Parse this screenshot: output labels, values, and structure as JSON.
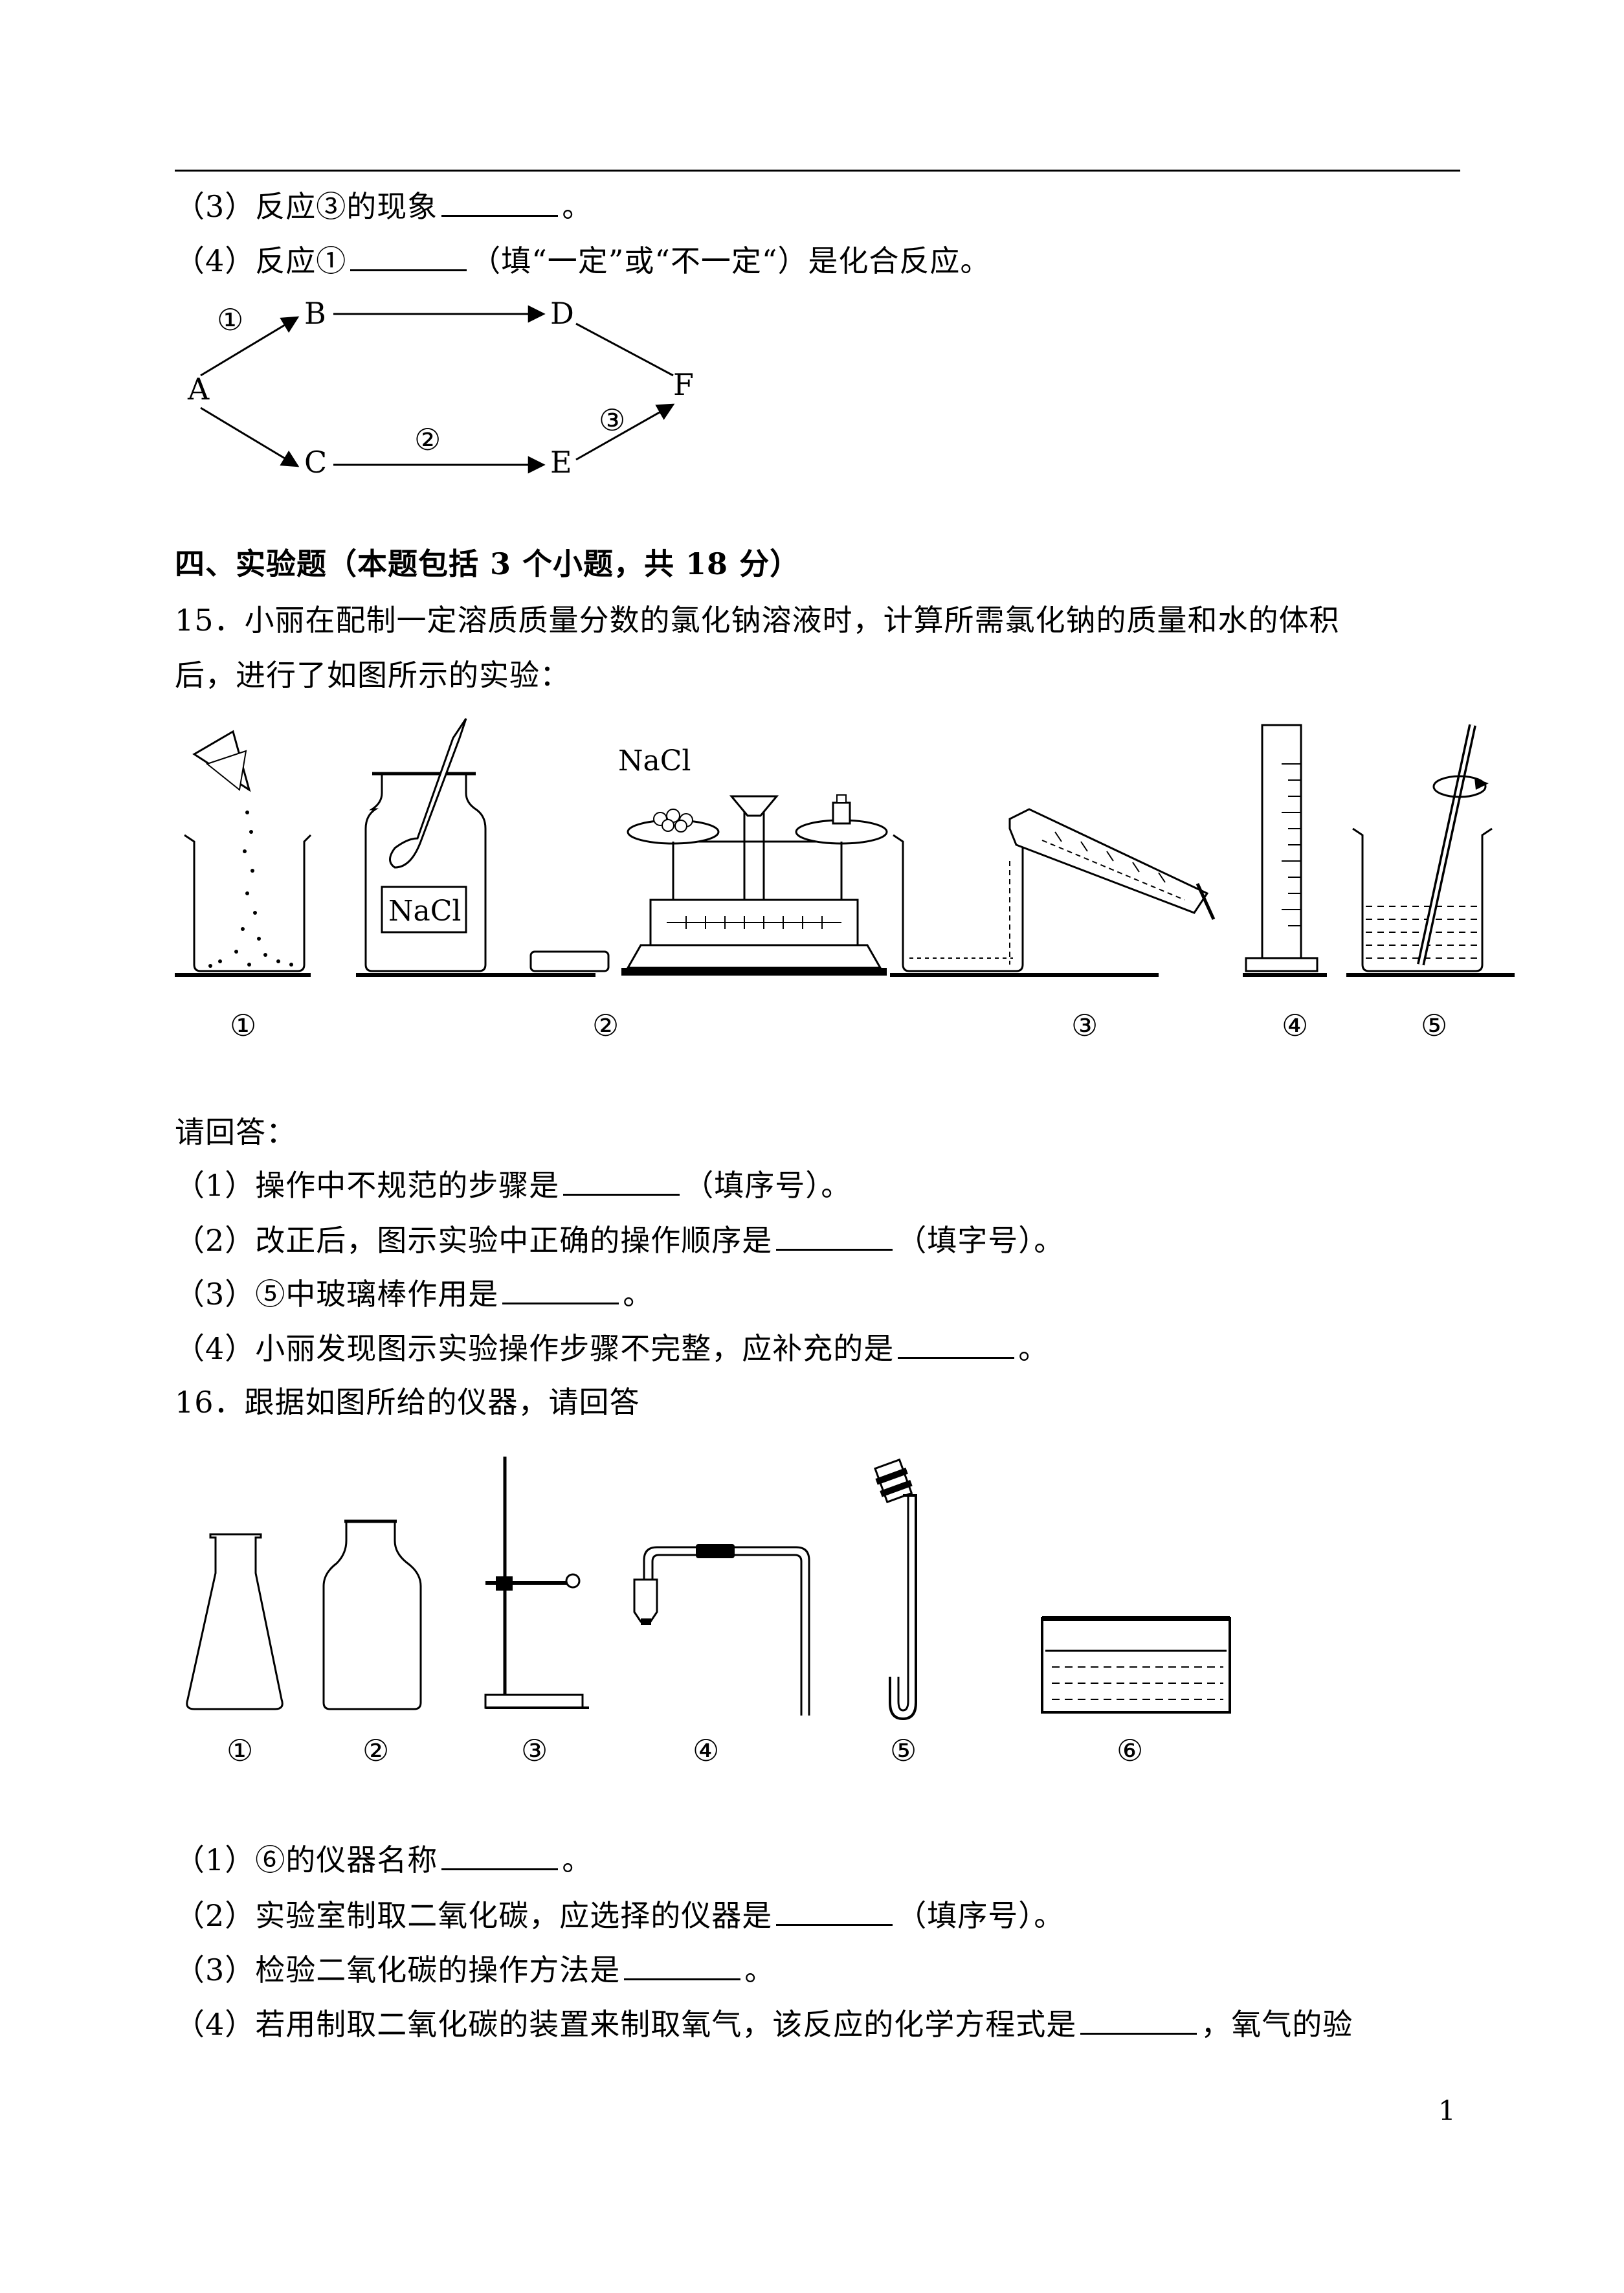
{
  "q14": {
    "item3": "（3）反应③的现象",
    "item3_end": "。",
    "item4": "（4）反应①",
    "item4_end": "（填“一定”或“不一定“）是化合反应。",
    "diagram": {
      "nodes": [
        "A",
        "B",
        "C",
        "D",
        "E",
        "F"
      ],
      "arrow_labels": [
        "①",
        "②",
        "③"
      ]
    }
  },
  "section4": {
    "heading": "四、实验题（本题包括 3 个小题，共 18 分）"
  },
  "q15": {
    "stem_line1": "15．小丽在配制一定溶质质量分数的氯化钠溶液时，计算所需氯化钠的质量和水的体积",
    "stem_line2": "后，进行了如图所示的实验：",
    "figure_labels": [
      "①",
      "②",
      "③",
      "④",
      "⑤"
    ],
    "nacl_label_jar": "NaCl",
    "nacl_label_balance": "NaCl",
    "prompt": "请回答：",
    "item1": "（1）操作中不规范的步骤是",
    "item1_end": "（填序号）。",
    "item2": "（2）改正后，图示实验中正确的操作顺序是",
    "item2_end": "（填字号）。",
    "item3": "（3）⑤中玻璃棒作用是",
    "item3_end": "。",
    "item4": "（4）小丽发现图示实验操作步骤不完整，应补充的是",
    "item4_end": "。"
  },
  "q16": {
    "stem": "16．跟据如图所给的仪器，请回答",
    "figure_labels": [
      "①",
      "②",
      "③",
      "④",
      "⑤",
      "⑥"
    ],
    "item1": "（1）⑥的仪器名称",
    "item1_end": "。",
    "item2": "（2）实验室制取二氧化碳，应选择的仪器是",
    "item2_end": "（填序号）。",
    "item3": "（3）检验二氧化碳的操作方法是",
    "item3_end": "。",
    "item4": "（4）若用制取二氧化碳的装置来制取氧气，该反应的化学方程式是",
    "item4_end": "，氧气的验"
  },
  "page_number": "1"
}
